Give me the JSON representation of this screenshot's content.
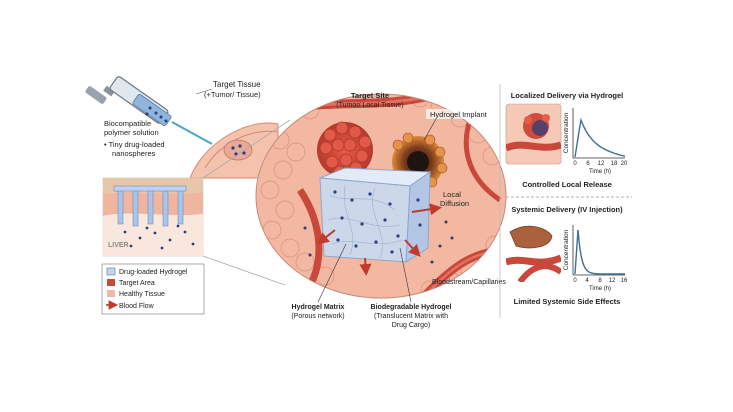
{
  "left_panel": {
    "target_tissue": "Target Tissue",
    "target_tissue_sub": "(+Tumor/ Tissue)",
    "polymer_line1": "Biocompatible",
    "polymer_line2": "polymer solution",
    "nanosphere_line1": "• Tiny drug-loaded",
    "nanosphere_line2": "nanospheres",
    "liver": "LIVER"
  },
  "legend": {
    "items": [
      {
        "label": "Drug-loaded Hydrogel",
        "color": "#c7d6ee"
      },
      {
        "label": "Target Area",
        "color": "#c94a3d"
      },
      {
        "label": "Healthy Tissue",
        "color": "#f3b9a3"
      },
      {
        "label": "Blood Flow",
        "color": "#b8372b"
      }
    ]
  },
  "center": {
    "target_site": "Target Site",
    "target_site_sub": "(Tumor/ Local Tissue)",
    "hydrogel_implant": "Hydrogel Implant",
    "local_diffusion_1": "Local",
    "local_diffusion_2": "Diffusion",
    "bloodstream": "Bloodstream/Capillaries",
    "matrix_title": "Hydrogel Matrix",
    "matrix_sub": "(Porous network)",
    "bio_title": "Biodegradable Hydrogel",
    "bio_sub1": "(Translucent Matrix with",
    "bio_sub2": "Drug Cargo)"
  },
  "right_top": {
    "title": "Localized Delivery via Hydrogel",
    "caption": "Controlled Local Release",
    "ylabel": "Concentration",
    "xlabel": "Time (h)",
    "ticks": [
      "0",
      "6",
      "12",
      "18",
      "20"
    ]
  },
  "right_bottom": {
    "title": "Systemic Delivery (IV Injection)",
    "caption": "Limited Systemic Side Effects",
    "ylabel": "Concentration",
    "xlabel": "Time (h)",
    "ticks": [
      "0",
      "4",
      "8",
      "12",
      "16"
    ]
  },
  "colors": {
    "tissue": "#f2b8a2",
    "tissue_dark": "#d9826c",
    "vessel": "#c9473b",
    "tumor": "#d34a3c",
    "hydrogel": "#c9d7ef",
    "curve": "#3f6f93"
  }
}
